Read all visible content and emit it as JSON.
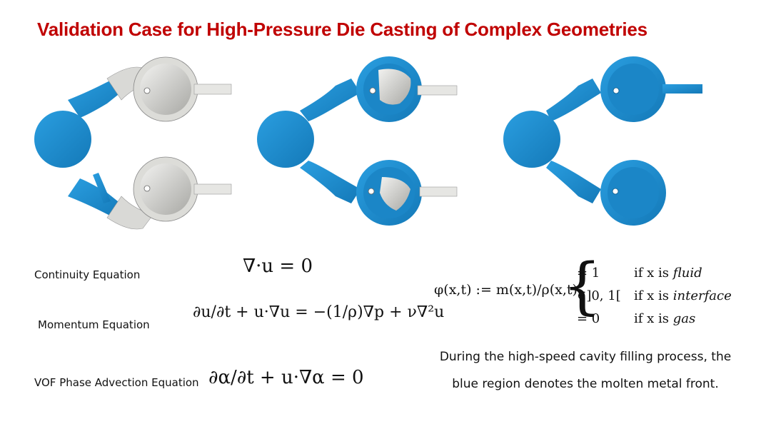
{
  "title": "Validation Case for High-Pressure Die Casting of Complex Geometries",
  "colors": {
    "title": "#c00000",
    "metal": "#1f8fd0",
    "mold": "#d9d9d6"
  },
  "castings": [
    {
      "stage": "early-filling",
      "fill_fraction": 0.3
    },
    {
      "stage": "mid-filling",
      "fill_fraction": 0.75
    },
    {
      "stage": "complete-filling",
      "fill_fraction": 1.0
    }
  ],
  "equations": {
    "continuity_label": "Continuity Equation",
    "continuity": "∇·u = 0",
    "momentum_label": "Momentum Equation",
    "momentum": "∂u/∂t + u·∇u = −(1/ρ)∇p + ν∇²u",
    "vof_label": "VOF Phase Advection Equation",
    "vof": "∂α/∂t + u·∇α = 0",
    "phase_def": "φ(x,t) := m(x,t)/ρ(x,t)",
    "phase_cases": [
      {
        "value": "= 1",
        "cond": "if x is",
        "phase": "fluid"
      },
      {
        "value": "∈]0, 1[",
        "cond": "if x is",
        "phase": "interface"
      },
      {
        "value": "= 0",
        "cond": "if x is",
        "phase": "gas"
      }
    ]
  },
  "description": {
    "line1": "During the high-speed cavity filling process, the",
    "line2": "blue region denotes the molten metal front."
  }
}
